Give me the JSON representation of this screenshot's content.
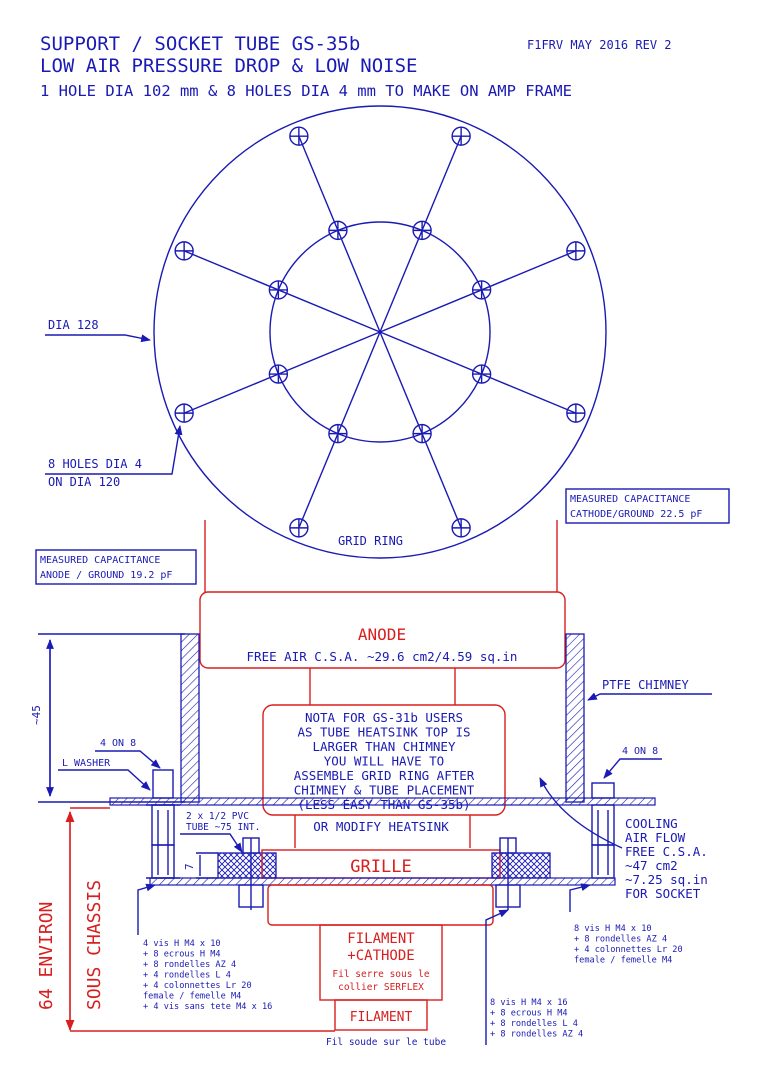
{
  "header": {
    "title1": "SUPPORT / SOCKET TUBE GS-35b",
    "title2": "LOW AIR PRESSURE DROP & LOW NOISE",
    "title3": "1 HOLE DIA 102 mm & 8 HOLES  DIA 4 mm TO MAKE ON AMP FRAME",
    "author": "F1FRV MAY 2016  REV 2"
  },
  "top_view": {
    "dia_label": "DIA 128",
    "holes_label_1": "8 HOLES DIA 4",
    "holes_label_2": "ON DIA 120",
    "grid_ring": "GRID RING"
  },
  "capacitance": {
    "cathode_1": "MEASURED CAPACITANCE",
    "cathode_2": "CATHODE/GROUND 22.5 pF",
    "anode_1": "MEASURED CAPACITANCE",
    "anode_2": "ANODE / GROUND 19.2 pF"
  },
  "section": {
    "anode": "ANODE",
    "free_air": "FREE AIR C.S.A. ~29.6 cm2/4.59 sq.in",
    "ptfe": "PTFE CHIMNEY",
    "nota": [
      "NOTA FOR GS-31b USERS",
      "AS TUBE HEATSINK TOP IS",
      "LARGER THAN CHIMNEY",
      "YOU WILL HAVE TO",
      "ASSEMBLE GRID RING AFTER",
      "CHIMNEY & TUBE PLACEMENT",
      "(LESS EASY THAN GS-35b)"
    ],
    "modify": "OR MODIFY HEATSINK",
    "grille": "GRILLE",
    "filament_cathode_1": "FILAMENT",
    "filament_cathode_2": "+CATHODE",
    "serre_1": "Fil serre sous le",
    "serre_2": "collier SERFLEX",
    "filament": "FILAMENT",
    "soude": "Fil soude sur le tube",
    "dim_45": "~45",
    "four_on_8_left": "4 ON 8",
    "four_on_8_right": "4 ON 8",
    "l_washer": "L WASHER",
    "pvc_1": "2 x 1/2 PVC",
    "pvc_2": "TUBE ~75 INT.",
    "dim_7": "7",
    "cooling": [
      "COOLING",
      "AIR FLOW",
      "FREE C.S.A.",
      "~47 cm2",
      "~7.25 sq.in",
      "FOR SOCKET"
    ],
    "environ_1": "64 ENVIRON",
    "environ_2": "SOUS CHASSIS"
  },
  "bom": {
    "left": [
      "4 vis H M4 x 10",
      "+ 8 ecrous H M4",
      "+ 8 rondelles AZ 4",
      "+ 4 rondelles L 4",
      "+ 4 colonnettes Lr 20",
      "  female / femelle M4",
      "+ 4 vis sans tete M4 x 16"
    ],
    "right": [
      "8 vis H M4 x 10",
      "+ 8 rondelles AZ 4",
      "+ 4 colonnettes Lr 20",
      "  female / femelle M4"
    ],
    "bottom": [
      "8 vis H M4 x 16",
      "+ 8 ecrous H M4",
      "+ 8 rondelles L 4",
      "+ 8 rondelles AZ 4"
    ]
  }
}
